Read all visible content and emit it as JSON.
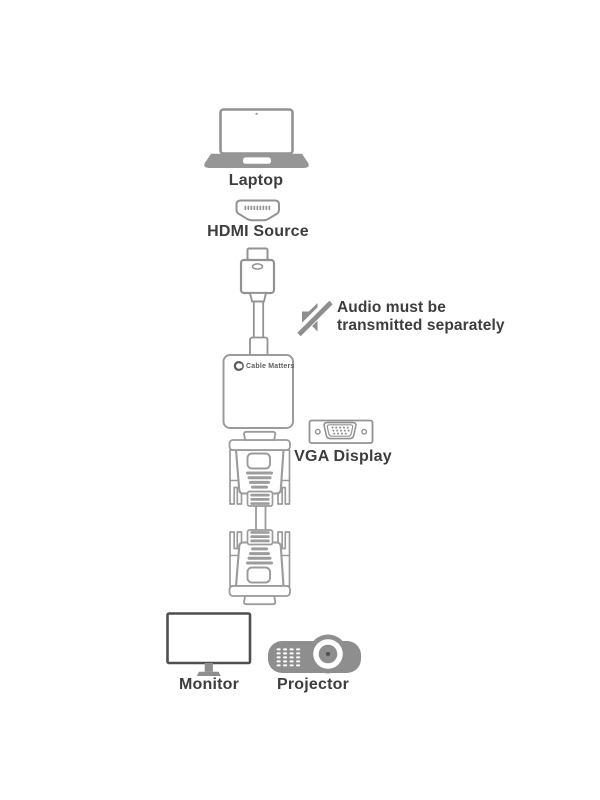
{
  "labels": {
    "laptop": "Laptop",
    "hdmi_source": "HDMI Source",
    "audio_note_line1": "Audio must be",
    "audio_note_line2": "transmitted separately",
    "vga_display": "VGA Display",
    "monitor": "Monitor",
    "projector": "Projector"
  },
  "brand": {
    "name": "Cable Matters"
  },
  "icons": {
    "laptop": "laptop-icon",
    "hdmi_port": "hdmi-port-icon",
    "hdmi_plug": "hdmi-plug-icon",
    "adapter": "hdmi-to-vga-adapter",
    "logo": "cable-matters-logo-icon",
    "audio_muted": "audio-muted-icon",
    "vga_port": "vga-port-icon",
    "vga_connector_top": "vga-male-connector-top-icon",
    "vga_connector_bottom": "vga-male-connector-bottom-icon",
    "monitor": "monitor-icon",
    "projector": "projector-icon"
  },
  "colors": {
    "background": "#ffffff",
    "outline_light": "#929292",
    "outline_mid": "#9b9b9b",
    "outline_dark": "#4f4f4f",
    "fill_gray": "#8e8e8e",
    "ridge_gray": "#9c9c9c",
    "text": "#3d3d3d",
    "logo_gray": "#5d5d5d"
  }
}
